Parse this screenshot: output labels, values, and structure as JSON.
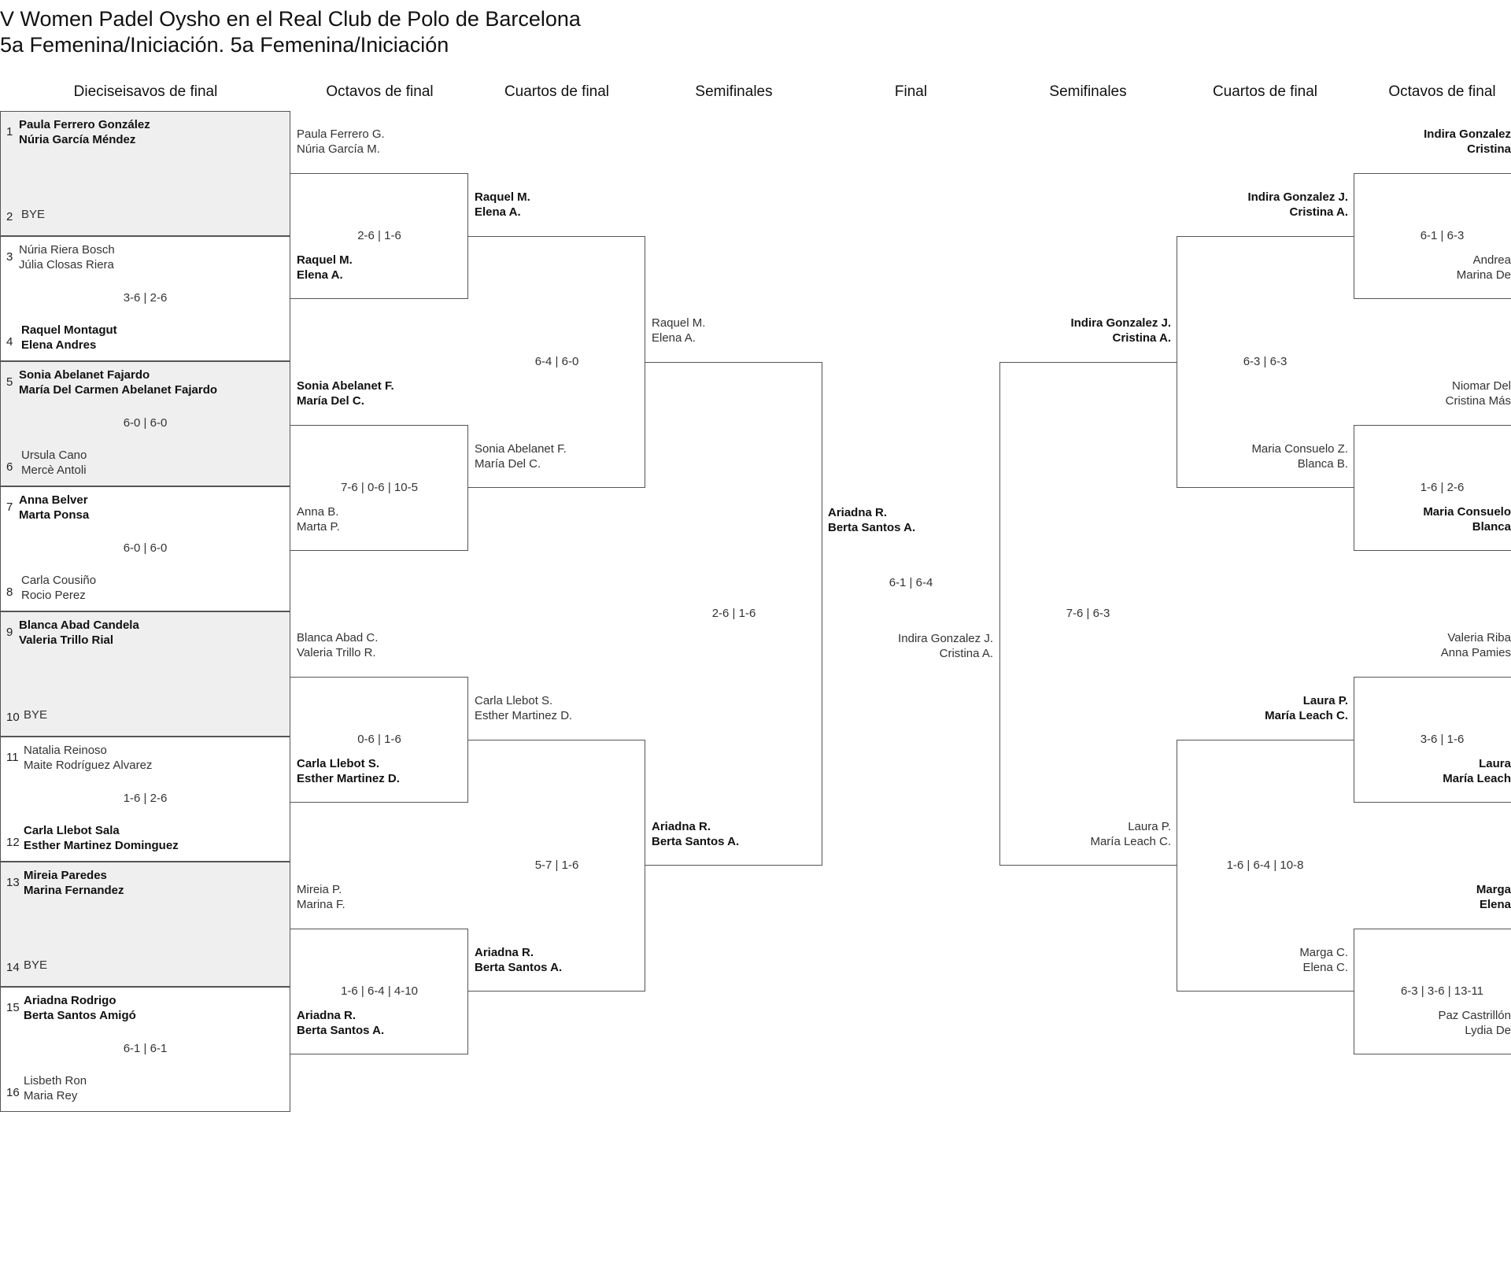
{
  "title": "V Women Padel Oysho en el Real Club de Polo de Barcelona",
  "subtitle": "5a Femenina/Iniciación. 5a Femenina/Iniciación",
  "rounds": [
    {
      "label": "Dieciseisavos de final"
    },
    {
      "label": "Octavos de final"
    },
    {
      "label": "Cuartos de final"
    },
    {
      "label": "Semifinales"
    },
    {
      "label": "Final"
    },
    {
      "label": "Semifinales"
    },
    {
      "label": "Cuartos de final"
    },
    {
      "label": "Octavos de final"
    }
  ],
  "first_round": [
    {
      "seed_a": "1",
      "pair_a": [
        "Paula Ferrero González",
        "Núria García Méndez"
      ],
      "seed_b": "2",
      "pair_b": [
        "BYE"
      ],
      "score": "",
      "winner": "a",
      "bye": true
    },
    {
      "seed_a": "3",
      "pair_a": [
        "Núria Riera Bosch",
        "Júlia Closas Riera"
      ],
      "seed_b": "4",
      "pair_b": [
        "Raquel Montagut",
        "Elena Andres"
      ],
      "score": "3-6 | 2-6",
      "winner": "b",
      "bye": false
    },
    {
      "seed_a": "5",
      "pair_a": [
        "Sonia Abelanet Fajardo",
        "María Del Carmen Abelanet Fajardo"
      ],
      "seed_b": "6",
      "pair_b": [
        "Ursula Cano",
        "Mercè Antoli"
      ],
      "score": "6-0 | 6-0",
      "winner": "a",
      "bye": true
    },
    {
      "seed_a": "7",
      "pair_a": [
        "Anna Belver",
        "Marta Ponsa"
      ],
      "seed_b": "8",
      "pair_b": [
        "Carla Cousiño",
        "Rocio Perez"
      ],
      "score": "6-0 | 6-0",
      "winner": "a",
      "bye": false
    },
    {
      "seed_a": "9",
      "pair_a": [
        "Blanca Abad Candela",
        "Valeria Trillo Rial"
      ],
      "seed_b": "10",
      "pair_b": [
        "BYE"
      ],
      "score": "",
      "winner": "a",
      "bye": true
    },
    {
      "seed_a": "11",
      "pair_a": [
        "Natalia Reinoso",
        "Maite Rodríguez Alvarez"
      ],
      "seed_b": "12",
      "pair_b": [
        "Carla Llebot Sala",
        "Esther Martinez Dominguez"
      ],
      "score": "1-6 | 2-6",
      "winner": "b",
      "bye": false
    },
    {
      "seed_a": "13",
      "pair_a": [
        "Mireia Paredes",
        "Marina Fernandez"
      ],
      "seed_b": "14",
      "pair_b": [
        "BYE"
      ],
      "score": "",
      "winner": "a",
      "bye": true
    },
    {
      "seed_a": "15",
      "pair_a": [
        "Ariadna Rodrigo",
        "Berta Santos Amigó"
      ],
      "seed_b": "16",
      "pair_b": [
        "Lisbeth Ron",
        "Maria Rey"
      ],
      "score": "6-1 | 6-1",
      "winner": "a",
      "bye": false
    }
  ],
  "left_octavos": [
    {
      "top": [
        "Paula Ferrero G.",
        "Núria García M."
      ],
      "bottom": [
        "Raquel M.",
        "Elena A."
      ],
      "score": "2-6 | 1-6",
      "winner": "bottom"
    },
    {
      "top": [
        "Sonia Abelanet F.",
        "María Del C."
      ],
      "bottom": [
        "Anna B.",
        "Marta P."
      ],
      "score": "7-6 | 0-6 | 10-5",
      "winner": "top"
    },
    {
      "top": [
        "Blanca Abad C.",
        "Valeria Trillo R."
      ],
      "bottom": [
        "Carla Llebot S.",
        "Esther Martinez D."
      ],
      "score": "0-6 | 1-6",
      "winner": "bottom"
    },
    {
      "top": [
        "Mireia P.",
        "Marina F."
      ],
      "bottom": [
        "Ariadna R.",
        "Berta Santos A."
      ],
      "score": "1-6 | 6-4 | 4-10",
      "winner": "bottom"
    }
  ],
  "left_cuartos": [
    {
      "top": [
        "Raquel M.",
        "Elena A."
      ],
      "bottom": [
        "Sonia Abelanet F.",
        "María Del C."
      ],
      "score": "6-4 | 6-0",
      "winner": "top"
    },
    {
      "top": [
        "Carla Llebot S.",
        "Esther Martinez D."
      ],
      "bottom": [
        "Ariadna R.",
        "Berta Santos A."
      ],
      "score": "5-7 | 1-6",
      "winner": "bottom"
    }
  ],
  "left_semi": {
    "top": [
      "Raquel M.",
      "Elena A."
    ],
    "bottom": [
      "Ariadna R.",
      "Berta Santos A."
    ],
    "score": "2-6 | 1-6",
    "winner": "bottom"
  },
  "final": {
    "top": [
      "Ariadna R.",
      "Berta Santos A."
    ],
    "bottom": [
      "Indira Gonzalez J.",
      "Cristina A."
    ],
    "score": "6-1 | 6-4",
    "winner": "top"
  },
  "right_semi": {
    "top": [
      "Indira Gonzalez J.",
      "Cristina A."
    ],
    "bottom": [
      "Laura P.",
      "María Leach C."
    ],
    "score": "7-6 | 6-3",
    "winner": "top"
  },
  "right_cuartos": [
    {
      "top": [
        "Indira Gonzalez J.",
        "Cristina A."
      ],
      "bottom": [
        "Maria Consuelo Z.",
        "Blanca B."
      ],
      "score": "6-3 | 6-3",
      "winner": "top"
    },
    {
      "top": [
        "Laura P.",
        "María Leach C."
      ],
      "bottom": [
        "Marga C.",
        "Elena C."
      ],
      "score": "1-6 | 6-4 | 10-8",
      "winner": "top"
    }
  ],
  "right_octavos": [
    {
      "top": [
        "Indira Gonzalez",
        "Cristina"
      ],
      "bottom": [
        "Andrea",
        "Marina De"
      ],
      "score": "6-1 | 6-3",
      "winner": "top"
    },
    {
      "top": [
        "Niomar Del",
        "Cristina Más"
      ],
      "bottom": [
        "Maria Consuelo",
        "Blanca"
      ],
      "score": "1-6 | 2-6",
      "winner": "bottom"
    },
    {
      "top": [
        "Valeria Riba",
        "Anna Pamies"
      ],
      "bottom": [
        "Laura",
        "María Leach"
      ],
      "score": "3-6 | 1-6",
      "winner": "bottom"
    },
    {
      "top": [
        "Marga",
        "Elena"
      ],
      "bottom": [
        "Paz Castrillón",
        "Lydia De"
      ],
      "score": "6-3 | 3-6 | 13-11",
      "winner": "top"
    }
  ]
}
